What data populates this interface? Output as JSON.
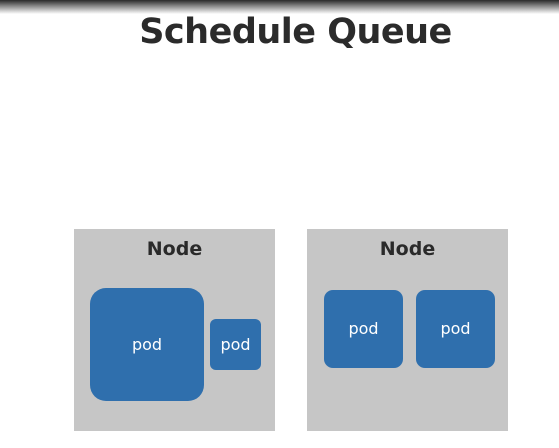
{
  "title": "Schedule Queue",
  "nodes": [
    {
      "label": "Node",
      "pods": [
        {
          "label": "pod"
        },
        {
          "label": "pod"
        }
      ]
    },
    {
      "label": "Node",
      "pods": [
        {
          "label": "pod"
        },
        {
          "label": "pod"
        }
      ]
    }
  ],
  "colors": {
    "node_fill": "#c6c6c6",
    "pod_fill": "#2f6fad",
    "title_text": "#2b2b2b"
  }
}
